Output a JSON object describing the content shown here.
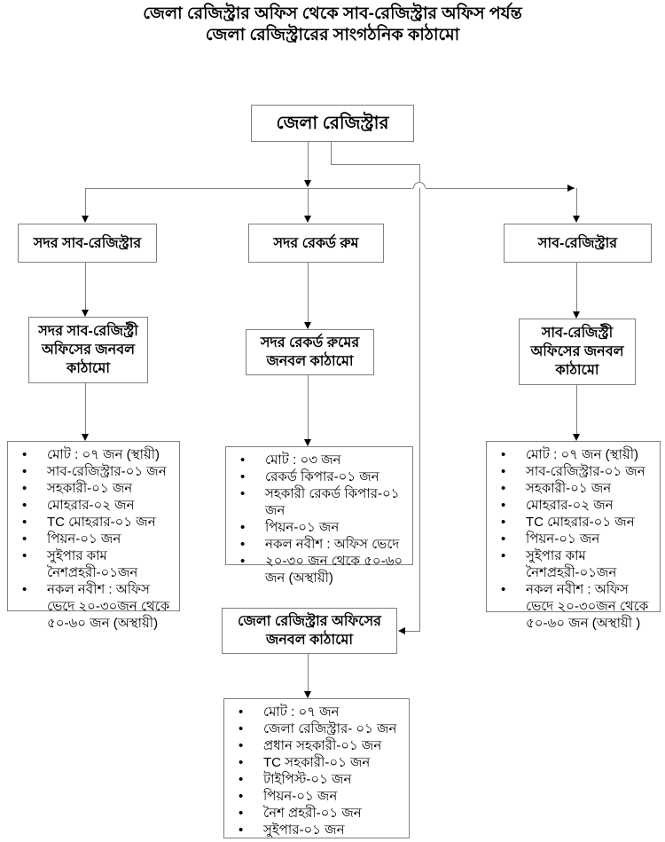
{
  "title": {
    "line1": "জেলা রেজিস্ট্রার অফিস থেকে সাব-রেজিস্ট্রার অফিস পর্যন্ত",
    "line2": "জেলা রেজিস্ট্রারের সাংগঠনিক কাঠামো"
  },
  "root": {
    "label": "জেলা রেজিস্ট্রার"
  },
  "left_branch": {
    "office": "সদর সাব-রেজিস্ট্রার",
    "structure_title": "সদর সাব-রেজিস্ট্রী অফিসের জনবল কাঠামো",
    "staff": [
      "মোট : ০৭ জন (স্থায়ী)",
      "সাব-রেজিস্ট্রার-০১ জন",
      "সহকারী-০১ জন",
      "মোহরার-০২ জন",
      "TC মোহরার-০১ জন",
      "পিয়ন-০১ জন",
      "সুইপার কাম নৈশপ্রহরী-০১জন",
      "নকল নবীশ : অফিস ভেদে ২০-৩০জন থেকে ৫০-৬০ জন (অস্থায়ী)"
    ]
  },
  "middle_branch": {
    "office": "সদর রেকর্ড রুম",
    "structure_title": "সদর রেকর্ড রুমের জনবল কাঠামো",
    "staff": [
      "মোট : ০৩ জন",
      "রেকর্ড কিপার-০১ জন",
      "সহকারী রেকর্ড কিপার-০১ জন",
      "পিয়ন-০১ জন",
      "নকল নবীশ : অফিস ভেদে",
      "২০-৩০ জন থেকে ৫০-৬০ জন (অস্থায়ী)"
    ]
  },
  "right_branch": {
    "office": "সাব-রেজিস্ট্রার",
    "structure_title": "সাব-রেজিস্ট্রী অফিসের জনবল কাঠামো",
    "staff": [
      "মোট : ০৭ জন (স্থায়ী)",
      "সাব-রেজিস্ট্রার-০১ জন",
      "সহকারী-০১ জন",
      "মোহরার-০২ জন",
      "TC মোহরার-০১ জন",
      "পিয়ন-০১ জন",
      "সুইপার কাম নৈশপ্রহরী-০১জন",
      "নকল নবীশ : অফিস ভেদে ২০-৩০জন থেকে ৫০-৬০ জন (অস্থায়ী )"
    ]
  },
  "district_office": {
    "structure_title": "জেলা রেজিস্ট্রার অফিসের জনবল কাঠামো",
    "staff": [
      "মোট : ০৭ জন",
      "জেলা রেজিস্ট্রার- ০১ জন",
      "প্রধান সহকারী-০১ জন",
      "TC সহকারী-০১ জন",
      "টাইপিস্ট-০১ জন",
      "পিয়ন-০১ জন",
      "নৈশ প্রহরী-০১ জন",
      "সুইপার-০১ জন"
    ]
  }
}
